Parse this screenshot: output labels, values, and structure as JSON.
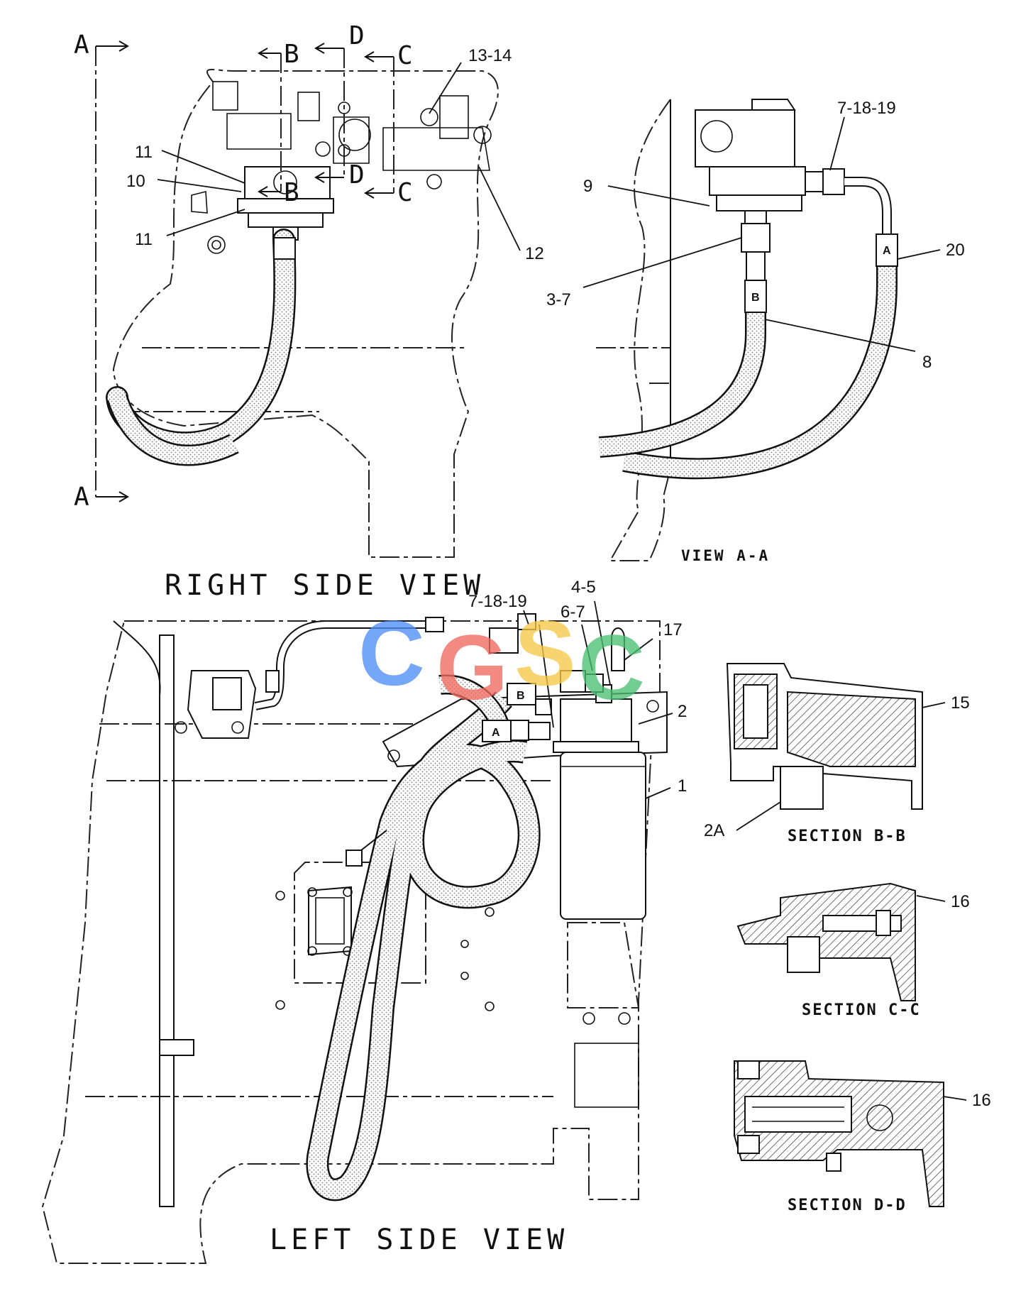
{
  "views": {
    "right_side": "RIGHT SIDE VIEW",
    "view_aa": "VIEW A-A",
    "left_side": "LEFT SIDE VIEW",
    "section_bb": "SECTION B-B",
    "section_cc": "SECTION C-C",
    "section_dd": "SECTION D-D"
  },
  "section_markers": {
    "a_top": "A",
    "a_bottom": "A",
    "b_top": "B",
    "b_lower": "B",
    "c_top": "C",
    "c_lower": "C",
    "d_top": "D",
    "d_lower": "D"
  },
  "hose_tags": {
    "a_view_aa": "A",
    "b_view_aa": "B",
    "a_left": "A",
    "b_left": "B"
  },
  "callouts": {
    "rs_13_14": "13-14",
    "rs_11_top": "11",
    "rs_10": "10",
    "rs_11_bottom": "11",
    "rs_12": "12",
    "aa_7_18_19": "7-18-19",
    "aa_9": "9",
    "aa_20": "20",
    "aa_3_7": "3-7",
    "aa_8": "8",
    "ls_7_18_19": "7-18-19",
    "ls_4_5": "4-5",
    "ls_6_7": "6-7",
    "ls_17": "17",
    "ls_2": "2",
    "ls_1": "1",
    "sec_15": "15",
    "sec_2a": "2A",
    "sec_16_c": "16",
    "sec_16_d": "16"
  },
  "watermark": {
    "letters": [
      "C",
      "G",
      "S",
      "C"
    ],
    "colors": [
      "#4f8ff7",
      "#ef6a5e",
      "#f7c948",
      "#4bbf73"
    ]
  },
  "colors": {
    "line": "#111111",
    "hose_fill": "#d9d9d9"
  }
}
